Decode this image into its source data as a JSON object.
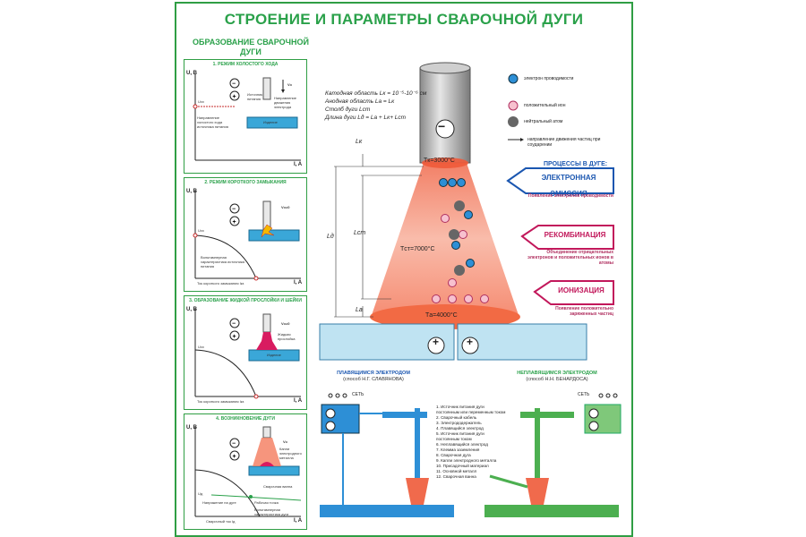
{
  "title": "СТРОЕНИЕ И ПАРАМЕТРЫ СВАРОЧНОЙ ДУГИ",
  "subtitle": "ОБРАЗОВАНИЕ СВАРОЧНОЙ ДУГИ",
  "panels": [
    {
      "title": "1. РЕЖИМ ХОЛОСТОГО ХОДА",
      "y_label": "U, B",
      "x_label": "I, A",
      "u_label": "Uхх",
      "v_label": "Vэ",
      "notes": [
        "Источник питания",
        "Направление движения электрода",
        "Направление холостого хода источника питания",
        "Изделие"
      ]
    },
    {
      "title": "2. РЕЖИМ КОРОТКОГО ЗАМЫКАНИЯ",
      "y_label": "U, B",
      "x_label": "I, A",
      "u_label": "Uхх",
      "v_label": "Vэ=0",
      "notes": [
        "Вольтамперная характеристика источника питания",
        "Ток короткого замыкания Iкз"
      ]
    },
    {
      "title": "3. ОБРАЗОВАНИЕ ЖИДКОЙ ПРОСЛОЙКИ И ШЕЙКИ",
      "y_label": "U, B",
      "x_label": "I, A",
      "u_label": "Uхх",
      "v_label": "Vэ=0",
      "notes": [
        "Жидкая прослойка",
        "Изделие",
        "Ток короткого замыкания Iкз"
      ]
    },
    {
      "title": "4. ВОЗНИКНОВЕНИЕ ДУГИ",
      "y_label": "U, B",
      "x_label": "I, A",
      "u_label": "Uд",
      "v_label": "Vэ",
      "notes": [
        "Капли электродного металла",
        "Сварочная ванна",
        "Напряжение на дуге",
        "Рабочая точка",
        "Вольтамперная характеристика дуги",
        "Сварочный ток Iд"
      ]
    }
  ],
  "formulas": [
    "Катодная область Lк = 10⁻⁵-10⁻⁶ см",
    "Анодная область Lа = Lк",
    "Столб дуги Lст",
    "Длина дуги Lд = Lа + Lк+ Lст"
  ],
  "arc": {
    "lk": "Lк",
    "ld": "Lд",
    "lst": "Lст",
    "la": "Lа",
    "tk": "Tк=3000°C",
    "tst": "Tст=7000°C",
    "ta": "Tа=4000°C",
    "minus": "−",
    "plus": "+"
  },
  "legend": [
    {
      "symbol": "electron",
      "label": "электрон проводимости"
    },
    {
      "symbol": "ion",
      "label": "положительный ион"
    },
    {
      "symbol": "atom",
      "label": "нейтральный атом"
    },
    {
      "symbol": "arrow",
      "label": "направление движения частиц при соударении"
    }
  ],
  "processes": {
    "title": "ПРОЦЕССЫ В ДУГЕ:",
    "items": [
      {
        "label": "ЭЛЕКТРОННАЯ ЭМИССИЯ",
        "desc": "Появление электронов проводимости",
        "color": "#1a56b0"
      },
      {
        "label": "РЕКОМБИНАЦИЯ",
        "desc": "Объединение отрицательных электронов и положительных ионов в атомы",
        "color": "#c2185b"
      },
      {
        "label": "ИОНИЗАЦИЯ",
        "desc": "Появление положительно заряженных частиц",
        "color": "#c2185b"
      }
    ]
  },
  "methods": {
    "left_title": "ПЛАВЯЩИМСЯ ЭЛЕКТРОДОМ",
    "left_sub": "(способ Н.Г. СЛАВЯНОВА)",
    "right_title": "НЕПЛАВЯЩИМСЯ ЭЛЕКТРОДОМ",
    "right_sub": "(способ Н.Н. БЕНАРДОСА)",
    "net": "СЕТЬ",
    "list": [
      "1. Источник питания дуги",
      "постоянным или переменным током",
      "2. Сварочный кабель",
      "3. Электрододержатель",
      "4. Плавящийся электрод",
      "5. Источник питания дуги",
      "постоянным током",
      "6. Неплавящийся электрод",
      "7. Клемма заземления",
      "8. Сварочная дуга",
      "9. Капли электродного металла",
      "10. Присадочный материал",
      "11. Основной металл",
      "12. Сварочная ванна"
    ]
  },
  "colors": {
    "green": "#2aa14a",
    "blue": "#1a56b0",
    "pink": "#c2185b",
    "flame": "#f47a5c",
    "plate": "#bfe3f2"
  }
}
